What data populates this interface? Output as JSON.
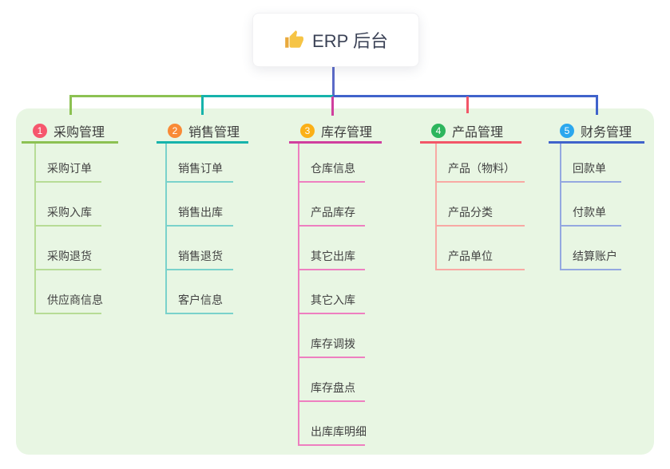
{
  "root": {
    "label": "ERP 后台",
    "icon": "thumbs-up-icon"
  },
  "colors": {
    "root_connector": "#5b6ac8",
    "panel_bg": "#e8f6e3",
    "canvas_bg": "#ffffff"
  },
  "branches": [
    {
      "index": "1",
      "label": "采购管理",
      "color": "#8cc152",
      "light_color": "#b7dc96",
      "badge_color": "#f6576d",
      "children": [
        "采购订单",
        "采购入库",
        "采购退货",
        "供应商信息"
      ]
    },
    {
      "index": "2",
      "label": "销售管理",
      "color": "#16b3ab",
      "light_color": "#7ad2cb",
      "badge_color": "#f98a36",
      "children": [
        "销售订单",
        "销售出库",
        "销售退货",
        "客户信息"
      ]
    },
    {
      "index": "3",
      "label": "库存管理",
      "color": "#d03f9e",
      "light_color": "#ee7fc0",
      "badge_color": "#fbb017",
      "children": [
        "仓库信息",
        "产品库存",
        "其它出库",
        "其它入库",
        "库存调拨",
        "库存盘点",
        "出库库明细"
      ]
    },
    {
      "index": "4",
      "label": "产品管理",
      "color": "#f25668",
      "light_color": "#f8a9a4",
      "badge_color": "#2db55d",
      "children": [
        "产品（物料）",
        "产品分类",
        "产品单位"
      ]
    },
    {
      "index": "5",
      "label": "财务管理",
      "color": "#4063cb",
      "light_color": "#94a8e0",
      "badge_color": "#2ba7ee",
      "children": [
        "回款单",
        "付款单",
        "结算账户"
      ]
    }
  ]
}
